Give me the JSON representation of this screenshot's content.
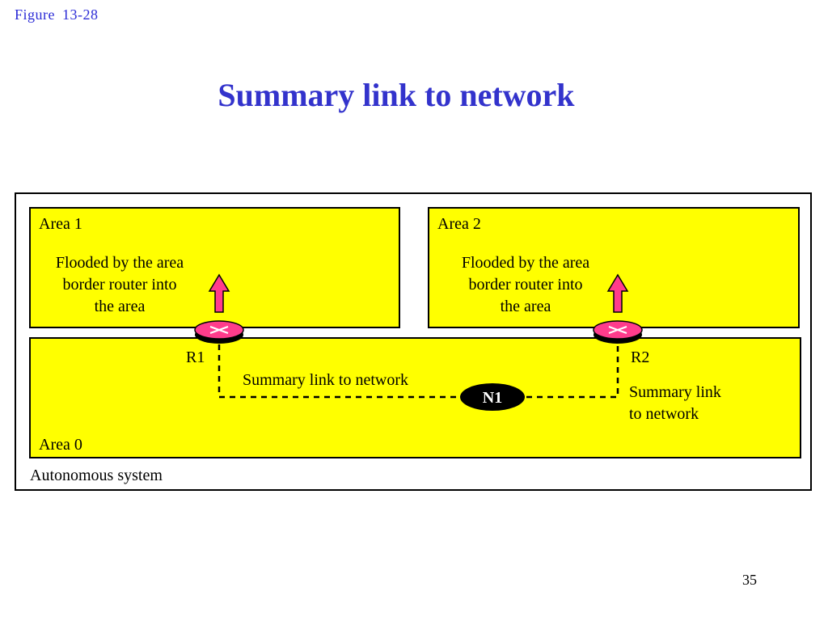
{
  "figure_label": "Figure 13-28",
  "title": "Summary link to network",
  "areas": {
    "area1": {
      "label": "Area 1",
      "caption": [
        "Flooded by the area",
        "border router into",
        "the area"
      ]
    },
    "area2": {
      "label": "Area 2",
      "caption": [
        "Flooded by the area",
        "border router into",
        "the area"
      ]
    },
    "area0": {
      "label": "Area 0"
    }
  },
  "autonomous_system_label": "Autonomous system",
  "routers": {
    "r1": "R1",
    "r2": "R2"
  },
  "network": {
    "n1": "N1"
  },
  "link_labels": {
    "left": "Summary link to network",
    "right": [
      "Summary link",
      "to network"
    ]
  },
  "page_number": "35",
  "colors": {
    "area_fill": "#ffff00",
    "router_fill": "#ff3c8c",
    "arrow_fill": "#ff3c8c",
    "title": "#3333cc",
    "network_fill": "#000000"
  }
}
